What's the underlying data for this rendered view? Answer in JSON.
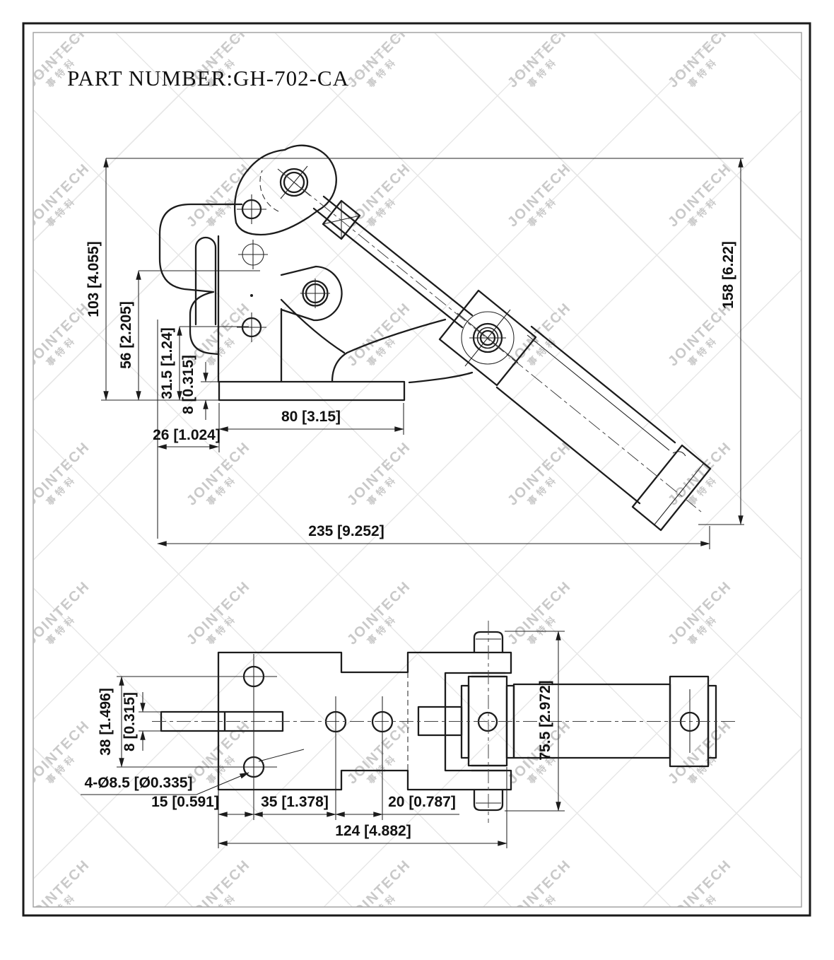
{
  "title": {
    "label": "PART NUMBER:",
    "part_number": "GH-702-CA"
  },
  "watermark": {
    "brand": "JOINTECH",
    "brand_cn": "事特科",
    "color": "#c9c9c9",
    "lattice_color": "#e7e7e7"
  },
  "drawing": {
    "line_color": "#1c1c1c",
    "border_outer_color": "#1a1a1a",
    "border_inner_color": "#9e9e9e"
  },
  "side_view": {
    "dim_overall_height": "103 [4.055]",
    "dim_pivot_height": "56 [2.205]",
    "dim_hole_height": "31.5 [1.24]",
    "dim_base_thickness": "8 [0.315]",
    "dim_base_length": "80 [3.15]",
    "dim_hook_offset": "26 [1.024]",
    "dim_overall_length": "235 [9.252]",
    "dim_overall_height_right": "158 [6.22]"
  },
  "plan_view": {
    "dim_hole_spacing_vertical": "38 [1.496]",
    "dim_shaft_width": "8 [0.315]",
    "dim_mounting_holes": "4-Ø8.5 [Ø0.335]",
    "dim_edge_to_hole": "15 [0.591]",
    "dim_hole_pitch_1": "35 [1.378]",
    "dim_hole_pitch_2": "20 [0.787]",
    "dim_base_to_pivot": "124 [4.882]",
    "dim_clevis_width": "75.5 [2.972]"
  }
}
